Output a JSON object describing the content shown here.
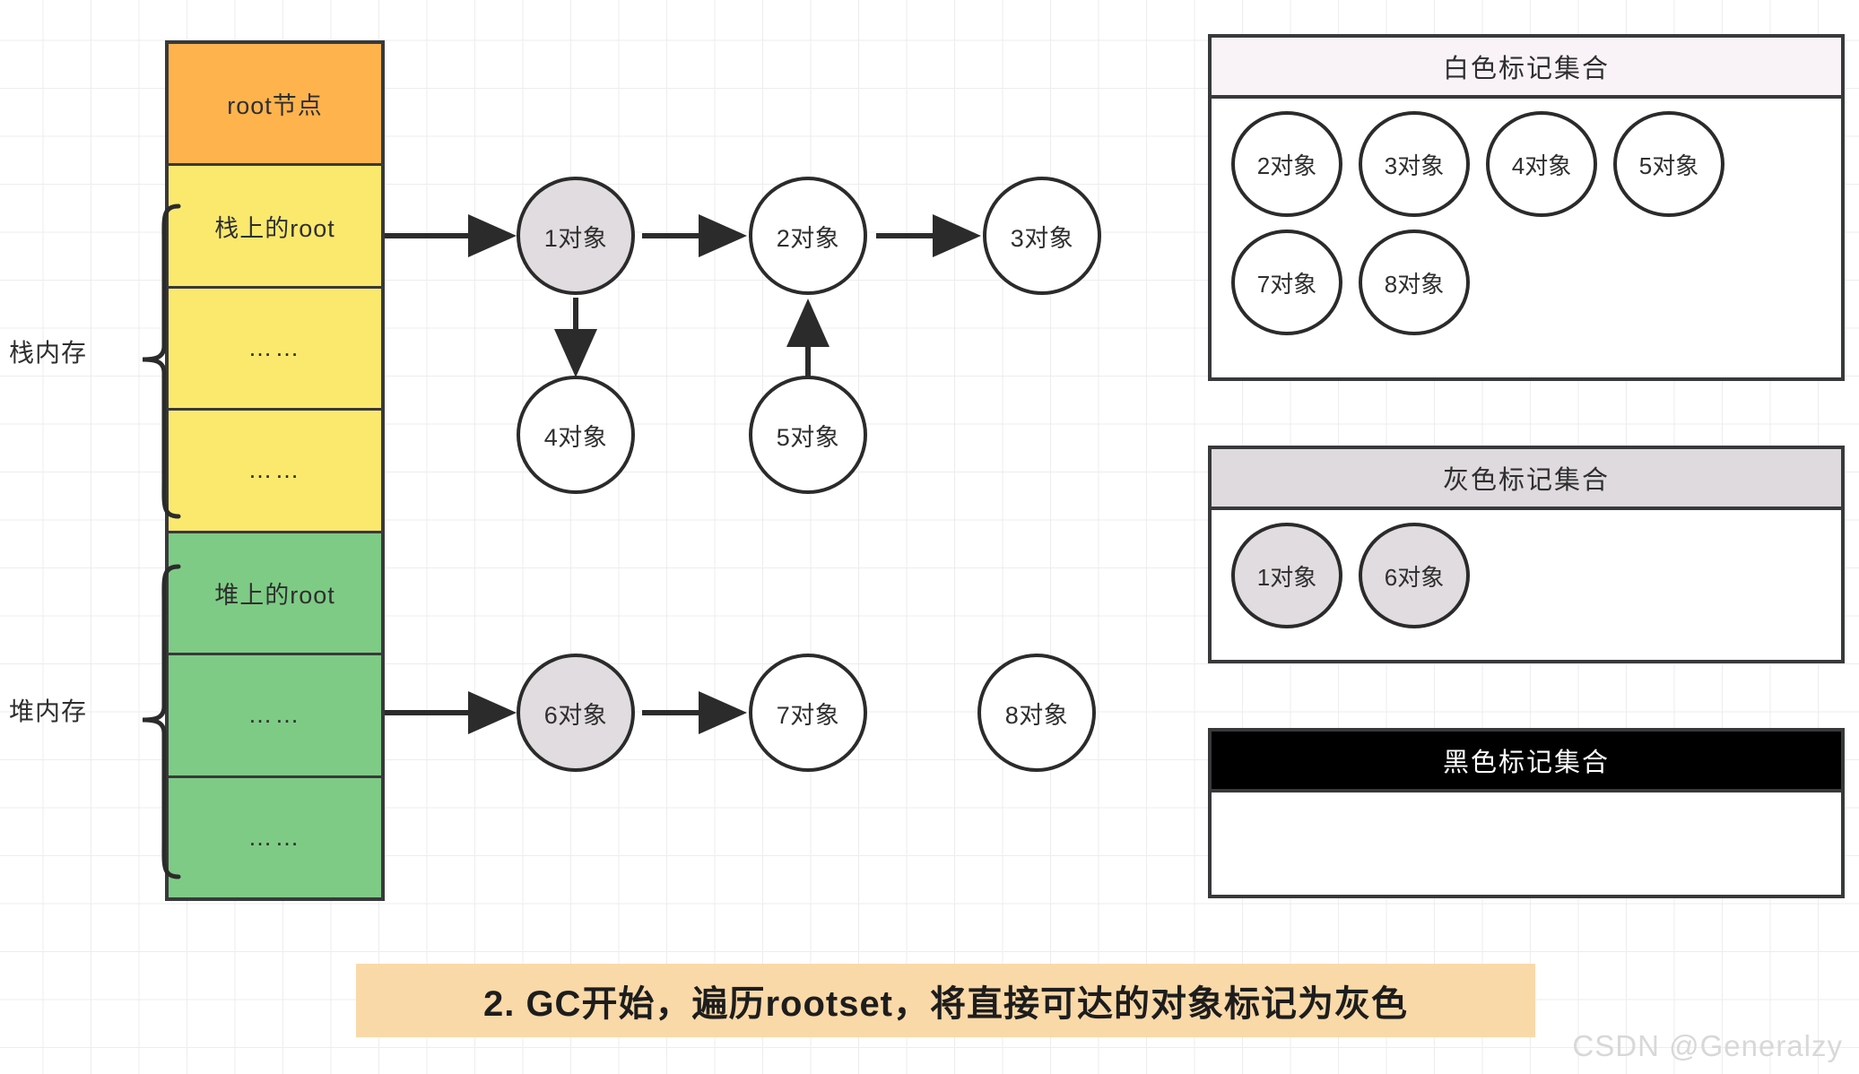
{
  "memory": {
    "cells": [
      {
        "label": "root节点",
        "tone": "root"
      },
      {
        "label": "栈上的root",
        "tone": "stack"
      },
      {
        "label": "……",
        "tone": "stack"
      },
      {
        "label": "……",
        "tone": "stack"
      },
      {
        "label": "堆上的root",
        "tone": "heap"
      },
      {
        "label": "……",
        "tone": "heap"
      },
      {
        "label": "……",
        "tone": "heap"
      }
    ],
    "braces": [
      {
        "label": "栈内存"
      },
      {
        "label": "堆内存"
      }
    ],
    "colors": {
      "root": "#FFB34D",
      "stack": "#FBE96E",
      "heap": "#7ECB85",
      "outline": "#38393b"
    }
  },
  "graph": {
    "nodes": [
      {
        "id": "obj1",
        "label": "1对象",
        "mark": "grey"
      },
      {
        "id": "obj2",
        "label": "2对象",
        "mark": "white"
      },
      {
        "id": "obj3",
        "label": "3对象",
        "mark": "white"
      },
      {
        "id": "obj4",
        "label": "4对象",
        "mark": "white"
      },
      {
        "id": "obj5",
        "label": "5对象",
        "mark": "white"
      },
      {
        "id": "obj6",
        "label": "6对象",
        "mark": "grey"
      },
      {
        "id": "obj7",
        "label": "7对象",
        "mark": "white"
      },
      {
        "id": "obj8",
        "label": "8对象",
        "mark": "white"
      }
    ],
    "edges": [
      {
        "from": "栈上的root",
        "to": "obj1"
      },
      {
        "from": "obj1",
        "to": "obj2"
      },
      {
        "from": "obj2",
        "to": "obj3"
      },
      {
        "from": "obj1",
        "to": "obj4"
      },
      {
        "from": "obj5",
        "to": "obj2"
      },
      {
        "from": "堆上的root",
        "to": "obj6"
      },
      {
        "from": "obj6",
        "to": "obj7"
      }
    ]
  },
  "sets": {
    "white": {
      "title": "白色标记集合",
      "header_color": "#f9f3f8",
      "members": [
        "2对象",
        "3对象",
        "4对象",
        "5对象",
        "7对象",
        "8对象"
      ]
    },
    "grey": {
      "title": "灰色标记集合",
      "header_color": "#dedadd",
      "members": [
        "1对象",
        "6对象"
      ]
    },
    "black": {
      "title": "黑色标记集合",
      "header_color": "#000000",
      "members": []
    }
  },
  "caption": {
    "text": "2. GC开始，遍历rootset，将直接可达的对象标记为灰色",
    "background": "#FAD9A8"
  },
  "watermark": {
    "text": "CSDN @Generalzy"
  }
}
